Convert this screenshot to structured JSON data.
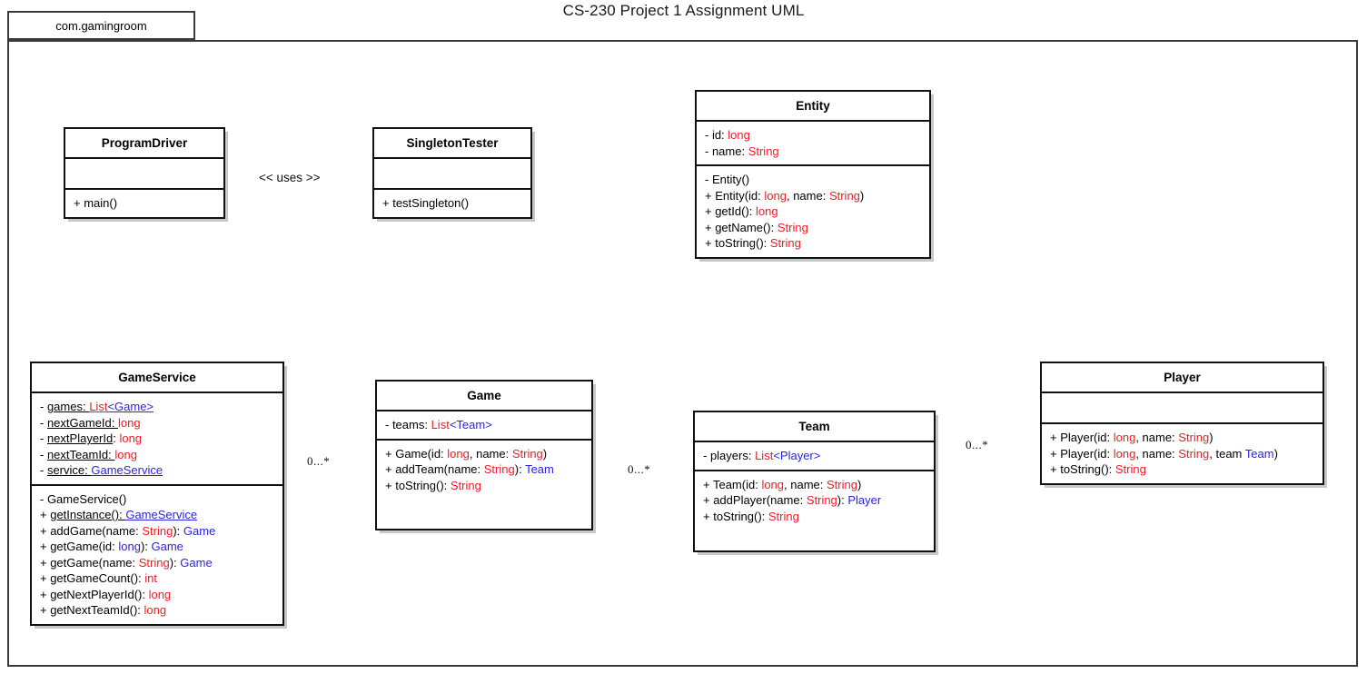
{
  "diagram": {
    "title": "CS-230 Project 1 Assignment UML",
    "package_name": "com.gamingroom",
    "stereotype_uses": "<< uses >>",
    "colors": {
      "type_red": "#ee1d23",
      "type_blue": "#2b23e8",
      "border": "#111111",
      "frame": "#3b3b3b",
      "background": "#ffffff"
    }
  },
  "classes": {
    "program_driver": {
      "name": "ProgramDriver",
      "attributes": [],
      "methods": [
        {
          "parts": [
            {
              "t": "+ ",
              "c": "k"
            },
            {
              "t": "main()",
              "c": "u"
            }
          ]
        }
      ]
    },
    "singleton_tester": {
      "name": "SingletonTester",
      "attributes": [],
      "methods": [
        {
          "parts": [
            {
              "t": "+ testSingleton()",
              "c": "k"
            }
          ]
        }
      ]
    },
    "entity": {
      "name": "Entity",
      "attributes": [
        {
          "parts": [
            {
              "t": "- id: ",
              "c": "k"
            },
            {
              "t": "long",
              "c": "r"
            }
          ]
        },
        {
          "parts": [
            {
              "t": "- name: ",
              "c": "k"
            },
            {
              "t": "String",
              "c": "r"
            }
          ]
        }
      ],
      "methods": [
        {
          "parts": [
            {
              "t": "- Entity()",
              "c": "k"
            }
          ]
        },
        {
          "parts": [
            {
              "t": "+ Entity(id: ",
              "c": "k"
            },
            {
              "t": "long",
              "c": "r"
            },
            {
              "t": ", name: ",
              "c": "k"
            },
            {
              "t": "String",
              "c": "r"
            },
            {
              "t": ")",
              "c": "k"
            }
          ]
        },
        {
          "parts": [
            {
              "t": "+ getId(): ",
              "c": "k"
            },
            {
              "t": "long",
              "c": "r"
            }
          ]
        },
        {
          "parts": [
            {
              "t": "+ getName(): ",
              "c": "k"
            },
            {
              "t": "String",
              "c": "r"
            }
          ]
        },
        {
          "parts": [
            {
              "t": "+ toString(): ",
              "c": "k"
            },
            {
              "t": "String",
              "c": "r"
            }
          ]
        }
      ]
    },
    "game_service": {
      "name": "GameService",
      "attributes": [
        {
          "parts": [
            {
              "t": "- ",
              "c": "k"
            },
            {
              "t": "games: ",
              "c": "ku"
            },
            {
              "t": "List",
              "c": "ru"
            },
            {
              "t": "<Game>",
              "c": "bu"
            }
          ]
        },
        {
          "parts": [
            {
              "t": "- ",
              "c": "k"
            },
            {
              "t": "nextGameId: ",
              "c": "ku"
            },
            {
              "t": "long",
              "c": "r"
            }
          ]
        },
        {
          "parts": [
            {
              "t": "- ",
              "c": "k"
            },
            {
              "t": "nextPlayerId",
              "c": "ku"
            },
            {
              "t": ": ",
              "c": "k"
            },
            {
              "t": "long",
              "c": "r"
            }
          ]
        },
        {
          "parts": [
            {
              "t": "- ",
              "c": "k"
            },
            {
              "t": "nextTeamId: ",
              "c": "ku"
            },
            {
              "t": "long",
              "c": "r"
            }
          ]
        },
        {
          "parts": [
            {
              "t": "- ",
              "c": "k"
            },
            {
              "t": "service: ",
              "c": "ku"
            },
            {
              "t": "GameService",
              "c": "bu"
            }
          ]
        }
      ],
      "methods": [
        {
          "parts": [
            {
              "t": "- GameService()",
              "c": "k"
            }
          ]
        },
        {
          "parts": [
            {
              "t": "+ ",
              "c": "k"
            },
            {
              "t": "getInstance(): ",
              "c": "ku"
            },
            {
              "t": "GameService",
              "c": "bu"
            }
          ]
        },
        {
          "parts": [
            {
              "t": "+ addGame(name: ",
              "c": "k"
            },
            {
              "t": "String",
              "c": "r"
            },
            {
              "t": "): ",
              "c": "k"
            },
            {
              "t": "Game",
              "c": "b"
            }
          ]
        },
        {
          "parts": [
            {
              "t": "+ getGame(id: ",
              "c": "k"
            },
            {
              "t": "long",
              "c": "b"
            },
            {
              "t": "): ",
              "c": "k"
            },
            {
              "t": "Game",
              "c": "b"
            }
          ]
        },
        {
          "parts": [
            {
              "t": "+ getGame(name: ",
              "c": "k"
            },
            {
              "t": "String",
              "c": "r"
            },
            {
              "t": "): ",
              "c": "k"
            },
            {
              "t": "Game",
              "c": "b"
            }
          ]
        },
        {
          "parts": [
            {
              "t": "+ getGameCount(): ",
              "c": "k"
            },
            {
              "t": "int",
              "c": "r"
            }
          ]
        },
        {
          "parts": [
            {
              "t": "+ getNextPlayerId(): ",
              "c": "k"
            },
            {
              "t": "long",
              "c": "r"
            }
          ]
        },
        {
          "parts": [
            {
              "t": "+ getNextTeamId(): ",
              "c": "k"
            },
            {
              "t": "long",
              "c": "r"
            }
          ]
        }
      ]
    },
    "game": {
      "name": "Game",
      "attributes": [
        {
          "parts": [
            {
              "t": "- teams: ",
              "c": "k"
            },
            {
              "t": "List",
              "c": "r"
            },
            {
              "t": "<Team>",
              "c": "b"
            }
          ]
        }
      ],
      "methods": [
        {
          "parts": [
            {
              "t": "+ Game(id: ",
              "c": "k"
            },
            {
              "t": "long",
              "c": "r"
            },
            {
              "t": ", name: ",
              "c": "k"
            },
            {
              "t": "String",
              "c": "r"
            },
            {
              "t": ")",
              "c": "k"
            }
          ]
        },
        {
          "parts": [
            {
              "t": "+ addTeam(name: ",
              "c": "k"
            },
            {
              "t": "String",
              "c": "r"
            },
            {
              "t": "): ",
              "c": "k"
            },
            {
              "t": "Team",
              "c": "b"
            }
          ]
        },
        {
          "parts": [
            {
              "t": "+ toString(): ",
              "c": "k"
            },
            {
              "t": "String",
              "c": "r"
            }
          ]
        }
      ]
    },
    "team": {
      "name": "Team",
      "attributes": [
        {
          "parts": [
            {
              "t": "- players: ",
              "c": "k"
            },
            {
              "t": "List",
              "c": "r"
            },
            {
              "t": "<Player>",
              "c": "b"
            }
          ]
        }
      ],
      "methods": [
        {
          "parts": [
            {
              "t": "+ Team(id: ",
              "c": "k"
            },
            {
              "t": "long",
              "c": "r"
            },
            {
              "t": ", name: ",
              "c": "k"
            },
            {
              "t": "String",
              "c": "r"
            },
            {
              "t": ")",
              "c": "k"
            }
          ]
        },
        {
          "parts": [
            {
              "t": "+ addPlayer(name: ",
              "c": "k"
            },
            {
              "t": "String",
              "c": "r"
            },
            {
              "t": "): ",
              "c": "k"
            },
            {
              "t": "Player",
              "c": "b"
            }
          ]
        },
        {
          "parts": [
            {
              "t": "+ toString(): ",
              "c": "k"
            },
            {
              "t": "String",
              "c": "r"
            }
          ]
        }
      ]
    },
    "player": {
      "name": "Player",
      "attributes": [],
      "methods": [
        {
          "parts": [
            {
              "t": "+ Player(id: ",
              "c": "k"
            },
            {
              "t": "long",
              "c": "r"
            },
            {
              "t": ", name: ",
              "c": "k"
            },
            {
              "t": "String",
              "c": "r"
            },
            {
              "t": ")",
              "c": "k"
            }
          ]
        },
        {
          "parts": [
            {
              "t": "+ Player(id: ",
              "c": "k"
            },
            {
              "t": "long",
              "c": "r"
            },
            {
              "t": ", name: ",
              "c": "k"
            },
            {
              "t": "String",
              "c": "r"
            },
            {
              "t": ", team ",
              "c": "k"
            },
            {
              "t": "Team",
              "c": "b"
            },
            {
              "t": ")",
              "c": "k"
            }
          ]
        },
        {
          "parts": [
            {
              "t": "+ toString(): ",
              "c": "k"
            },
            {
              "t": "String",
              "c": "r"
            }
          ]
        }
      ]
    }
  },
  "relationships": {
    "gameservice_game_multiplicity": "0...*",
    "game_team_multiplicity": "0...*",
    "team_player_multiplicity": "0...*"
  }
}
